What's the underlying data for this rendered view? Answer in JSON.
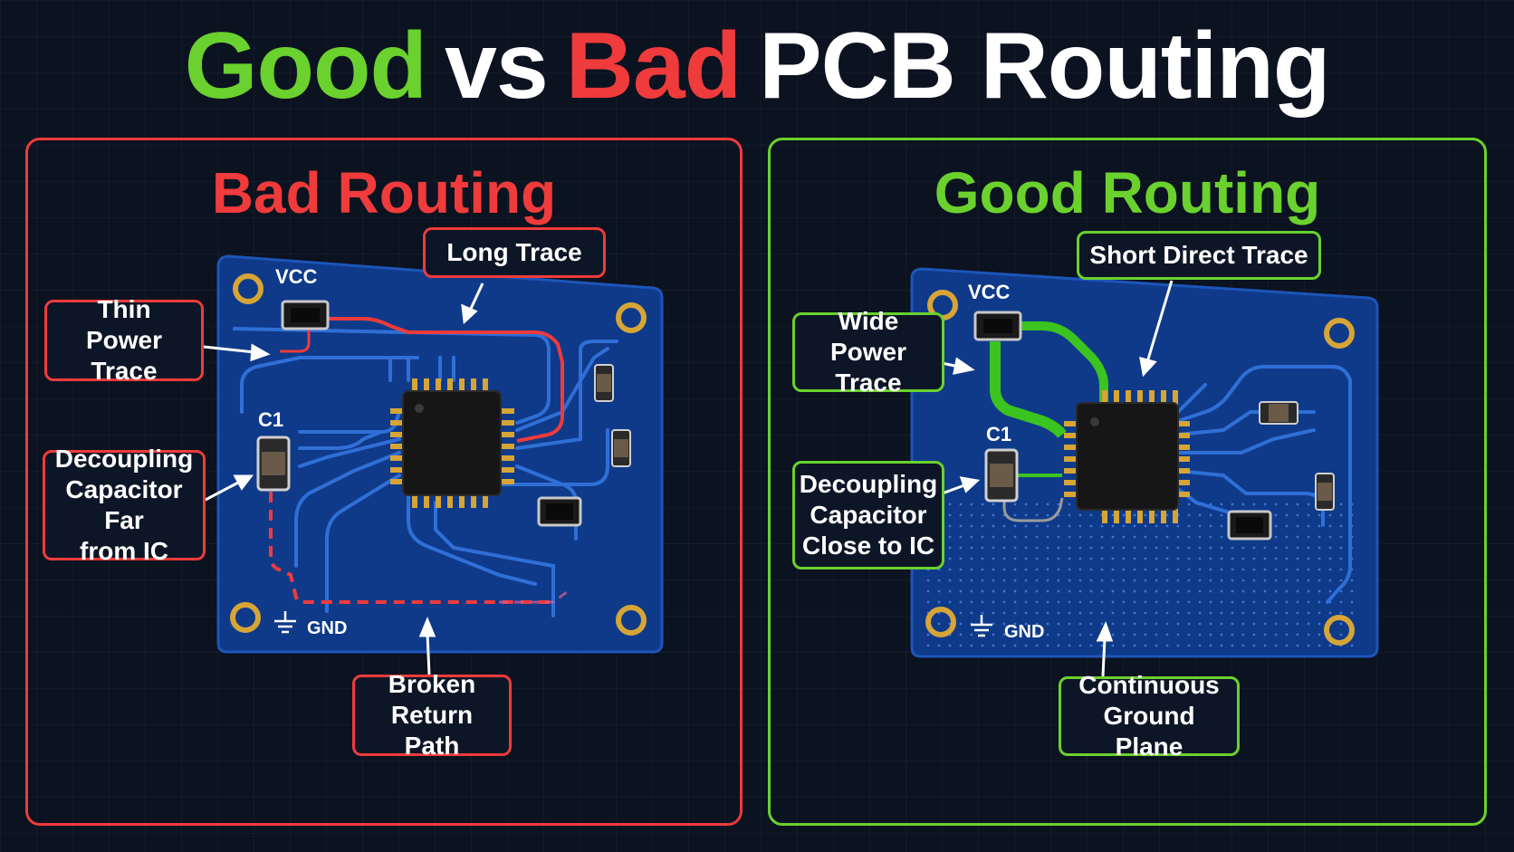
{
  "title": {
    "part1": "Good",
    "part2": "vs",
    "part3": "Bad",
    "part4": "PCB Routing"
  },
  "colors": {
    "good": "#6ad12e",
    "bad": "#ef3b3b",
    "board": "#0f3a8a",
    "trace": "#2f6fd6",
    "pad": "#d6a536"
  },
  "bad_panel": {
    "heading": "Bad Routing",
    "vcc_label": "VCC",
    "c1_label": "C1",
    "gnd_label": "GND",
    "callouts": {
      "long_trace": "Long Trace",
      "thin_power": "Thin\nPower Trace",
      "decoupling_far": "Decoupling\nCapacitor Far\nfrom IC",
      "broken_return": "Broken\nReturn Path"
    }
  },
  "good_panel": {
    "heading": "Good Routing",
    "vcc_label": "VCC",
    "c1_label": "C1",
    "gnd_label": "GND",
    "callouts": {
      "short_direct": "Short Direct Trace",
      "wide_power": "Wide\nPower Trace",
      "decoupling_close": "Decoupling\nCapacitor\nClose to IC",
      "ground_plane": "Continuous\nGround Plane"
    }
  }
}
